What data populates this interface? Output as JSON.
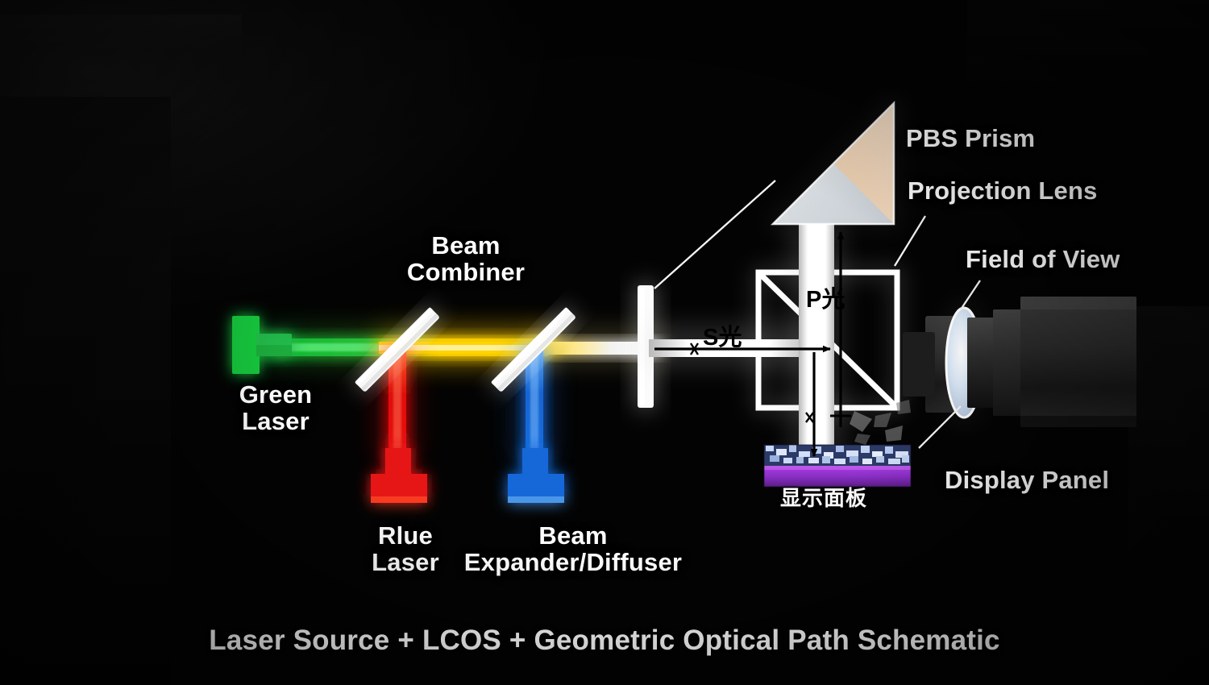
{
  "figure": {
    "title": "Laser Source + LCOS + Geometric Optical Path Schematic",
    "background_color": "#050505",
    "text_color": "#ffffff"
  },
  "labels": {
    "green_laser": "Green\nLaser",
    "beam_combiner": "Beam\nCombiner",
    "blue_laser": "Rlue\nLaser",
    "beam_expander": "Beam\nExpander/Diffuser",
    "pbs_prism": "PBS Prism",
    "projection_lens": "Projection Lens",
    "field_of_view": "Field of View",
    "display_panel": "Display Panel",
    "display_panel_cn": "显示面板",
    "s_polarization": "S光",
    "p_polarization": "P光"
  },
  "colors": {
    "green_laser": "#18c23c",
    "red_laser": "#e01010",
    "blue_laser": "#1464d2",
    "combined_beam": "#ffd400",
    "white_optic": "#ffffff",
    "prism_upper": "#f0cfae",
    "prism_lower": "#d4d9dd",
    "panel_substrate": "#8b2fc8",
    "panel_texture": "#b8c8f0",
    "lens_element": "#cfe0f5",
    "barrel": "#2b2b2b"
  },
  "components": [
    {
      "name": "green-laser-diode",
      "type": "source",
      "color": "#18c23c",
      "emits": "green beam right"
    },
    {
      "name": "red-laser-diode",
      "type": "source",
      "color": "#e01010",
      "emits": "red beam up"
    },
    {
      "name": "blue-laser-diode",
      "type": "source",
      "color": "#1464d2",
      "emits": "blue beam up"
    },
    {
      "name": "dichroic-mirror-1",
      "type": "combiner",
      "angle_deg": 45
    },
    {
      "name": "dichroic-mirror-2",
      "type": "combiner",
      "angle_deg": 45
    },
    {
      "name": "beam-expander-plate",
      "type": "diffuser"
    },
    {
      "name": "pbs-cube",
      "type": "polarizing-beam-splitter"
    },
    {
      "name": "pbs-prism",
      "type": "prism"
    },
    {
      "name": "lcos-display-panel",
      "type": "panel"
    },
    {
      "name": "projection-lens",
      "type": "lens"
    }
  ],
  "ray_paths": [
    {
      "name": "s-polarized-ray",
      "label": "S光",
      "direction": "horizontal-right"
    },
    {
      "name": "p-polarized-ray",
      "label": "P光",
      "direction": "vertical-up"
    },
    {
      "name": "panel-illumination-ray",
      "direction": "vertical-down"
    }
  ]
}
